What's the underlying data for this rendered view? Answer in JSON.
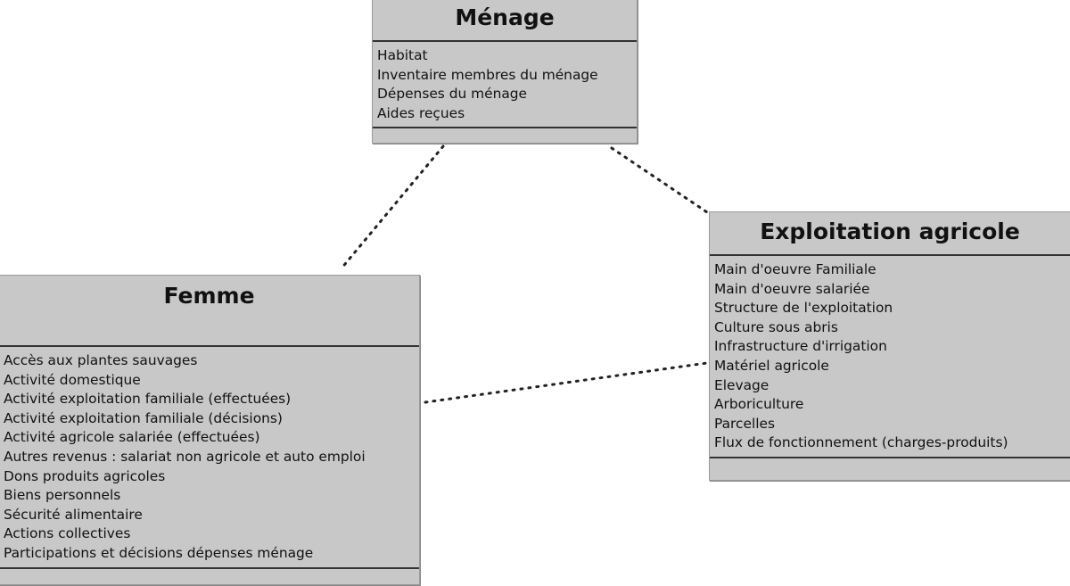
{
  "diagram": {
    "classes": {
      "menage": {
        "title": "Ménage",
        "attributes": [
          "Habitat",
          "Inventaire membres du ménage",
          "Dépenses du ménage",
          "Aides reçues"
        ]
      },
      "exploitation": {
        "title": "Exploitation agricole",
        "attributes": [
          "Main d'oeuvre Familiale",
          "Main d'oeuvre salariée",
          "Structure de l'exploitation",
          "Culture sous abris",
          "Infrastructure d'irrigation",
          "Matériel agricole",
          "Elevage",
          "Arboriculture",
          "Parcelles",
          "Flux de fonctionnement (charges-produits)"
        ]
      },
      "femme": {
        "title": "Femme",
        "attributes": [
          "Accès aux plantes sauvages",
          "Activité domestique",
          "Activité exploitation familiale (effectuées)",
          "Activité exploitation familiale (décisions)",
          "Activité agricole salariée (effectuées)",
          "Autres revenus : salariat non agricole et auto emploi",
          "Dons produits agricoles",
          "Biens personnels",
          "Sécurité alimentaire",
          "Actions collectives",
          "Participations et décisions dépenses ménage"
        ]
      }
    },
    "associations": [
      {
        "from": "menage",
        "to": "femme",
        "style": "dotted"
      },
      {
        "from": "menage",
        "to": "exploitation",
        "style": "dotted"
      },
      {
        "from": "femme",
        "to": "exploitation",
        "style": "dotted"
      }
    ],
    "colors": {
      "box_fill": "#c8c8c8",
      "divider": "#333333",
      "connector": "#222222",
      "background": "#ffffff"
    }
  }
}
